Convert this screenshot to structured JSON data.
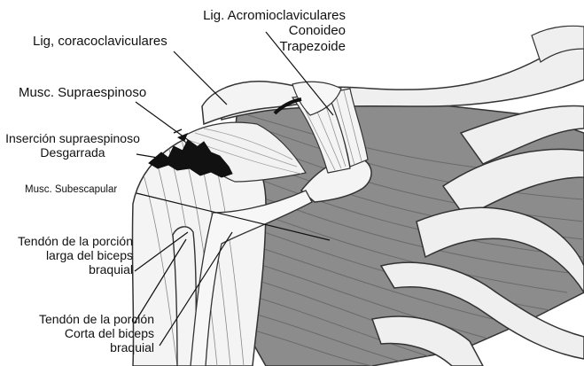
{
  "labels": {
    "acromio": "Lig. Acromioclaviculares",
    "conoideo": "Conoideo",
    "trapezoide": "Trapezoide",
    "coraco": "Lig, coracoclaviculares",
    "supraespinoso": "Musc. Supraespinoso",
    "insercion_1": "Inserción supraespinoso",
    "insercion_2": "Desgarrada",
    "subescapular": "Musc. Subescapular",
    "larga_1": "Tendón de la porción",
    "larga_2": "larga del biceps",
    "larga_3": "braquial",
    "corta_1": "Tendón de la porción",
    "corta_2": "Corta del biceps",
    "corta_3": "braquial"
  },
  "colors": {
    "muscle": "#8c8c8c",
    "muscle_fiber": "#6a6a6a",
    "bone": "#efefef",
    "outline": "#333333",
    "ligament": "#f4f4f4",
    "tear": "#111111",
    "leader": "#111111"
  }
}
